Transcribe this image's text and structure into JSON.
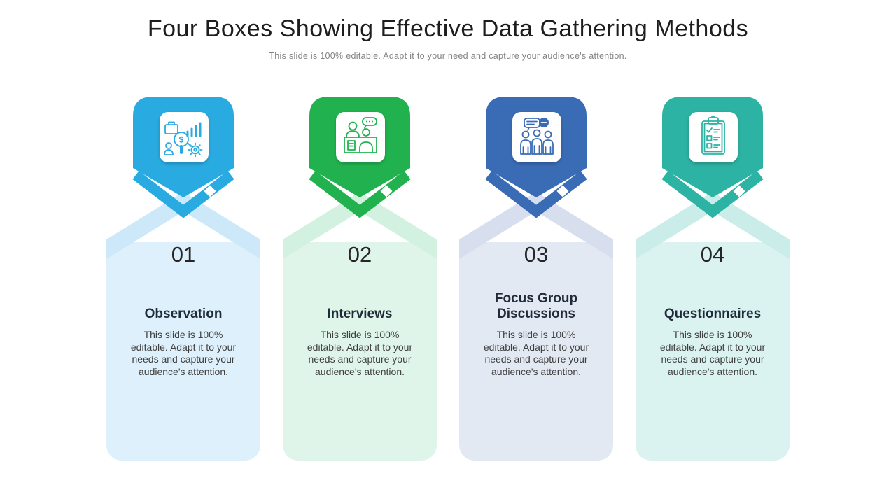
{
  "slide": {
    "title": "Four Boxes Showing Effective Data Gathering Methods",
    "subtitle": "This slide is 100% editable. Adapt it to your need and capture your audience's attention."
  },
  "cards": [
    {
      "number": "01",
      "title": "Observation",
      "description": "This slide is 100%\neditable. Adapt it to your\nneeds and capture your\naudience's attention.",
      "icon": "business-analysis-icon",
      "accent": "#29ABE2",
      "card_bg": "#DDF0FB",
      "ribbon": "#CDE9F9"
    },
    {
      "number": "02",
      "title": "Interviews",
      "description": "This slide is 100%\neditable. Adapt it to your\nneeds and capture your\naudience's attention.",
      "icon": "interview-icon",
      "accent": "#21B24F",
      "card_bg": "#E0F5EA",
      "ribbon": "#D3F1E1"
    },
    {
      "number": "03",
      "title": "Focus Group Discussions",
      "description": "This slide is 100%\neditable. Adapt it to your\nneeds and capture your\naudience's attention.",
      "icon": "focus-group-icon",
      "accent": "#3A6CB5",
      "card_bg": "#E3E9F3",
      "ribbon": "#D7DFEF"
    },
    {
      "number": "04",
      "title": "Questionnaires",
      "description": "This slide is 100%\neditable. Adapt it to your\nneeds and capture your\naudience's attention.",
      "icon": "checklist-clipboard-icon",
      "accent": "#2CB3A3",
      "card_bg": "#DAF3F1",
      "ribbon": "#CBEDEA"
    }
  ]
}
